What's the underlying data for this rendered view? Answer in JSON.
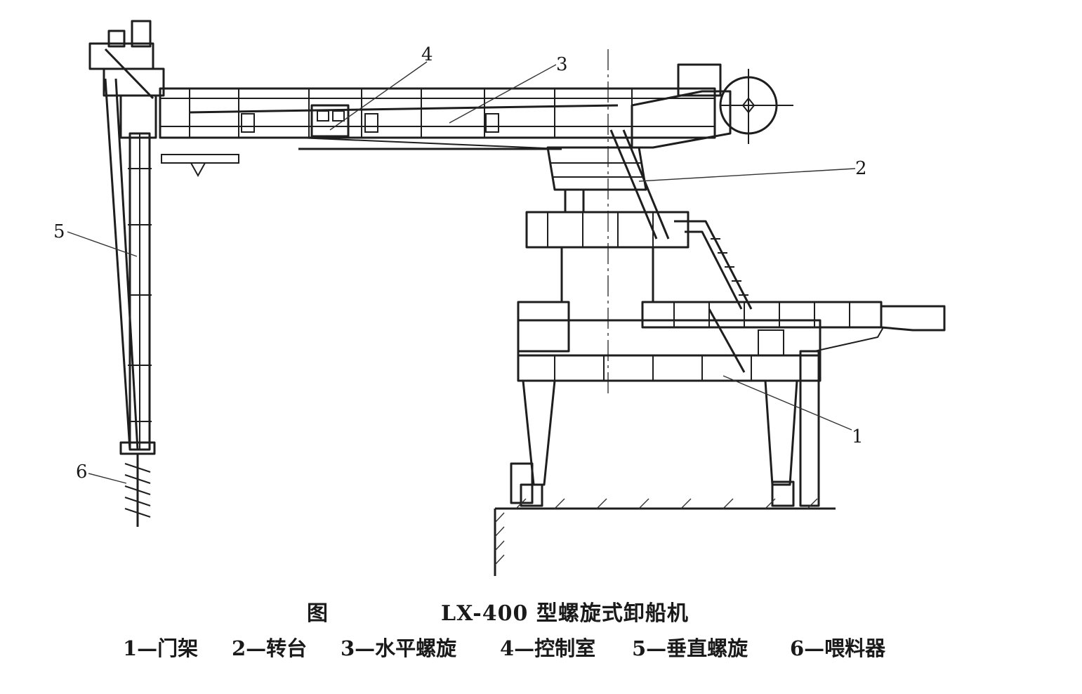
{
  "figure": {
    "prefix": "图",
    "title": "LX-400 型螺旋式卸船机"
  },
  "callouts": [
    "1",
    "2",
    "3",
    "4",
    "5",
    "6"
  ],
  "legend": [
    "1—门架",
    "2—转台",
    "3—水平螺旋",
    "4—控制室",
    "5—垂直螺旋",
    "6—喂料器"
  ]
}
